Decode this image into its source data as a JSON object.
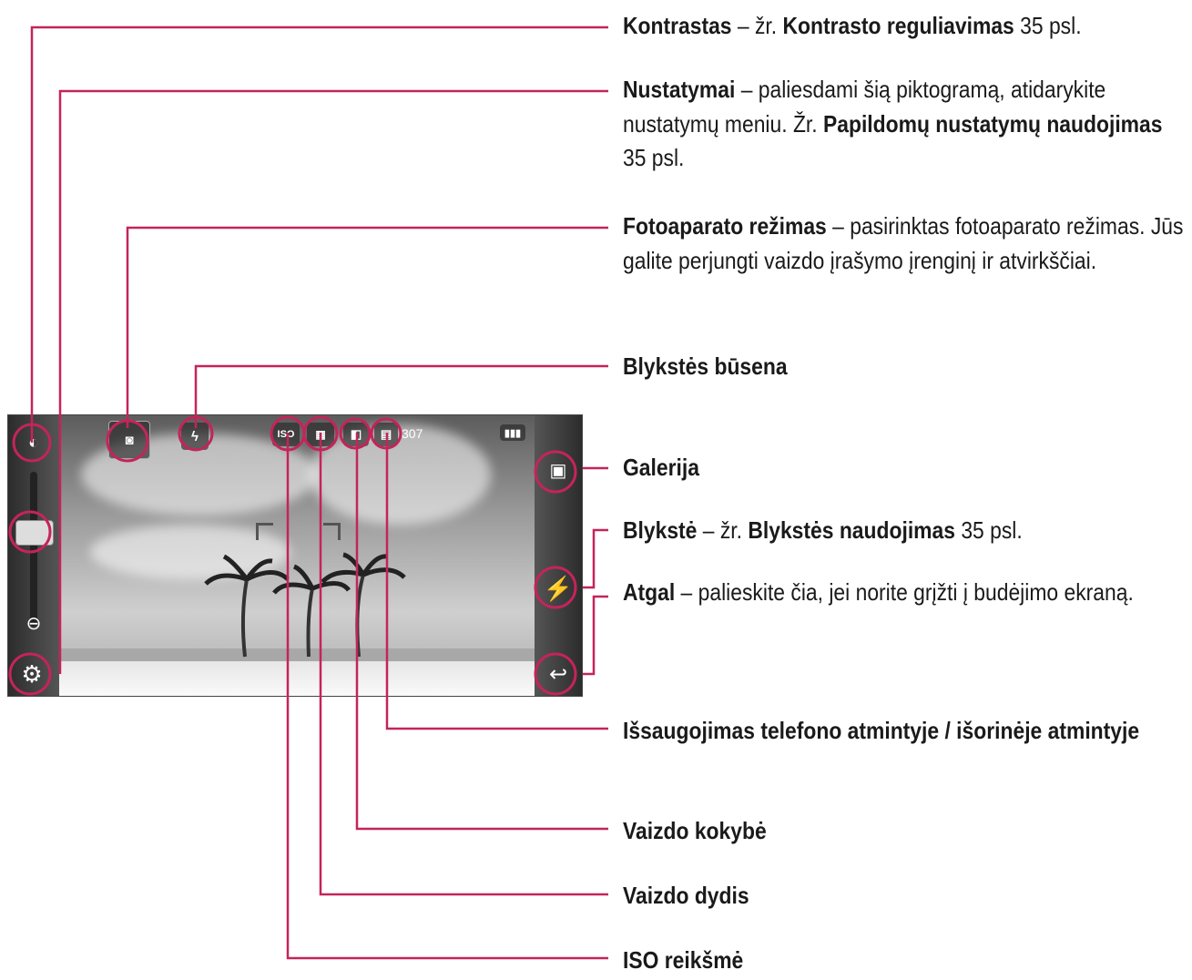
{
  "callouts": {
    "kontrastas": {
      "title": "Kontrastas",
      "sep": " – žr. ",
      "ref": "Kontrasto reguliavimas",
      "page": " 35 psl."
    },
    "nustatymai": {
      "title": "Nustatymai",
      "text": " – paliesdami šią piktogramą, atidarykite nustatymų meniu. Žr. ",
      "ref": "Papildomų nustatymų naudojimas",
      "page": " 35 psl."
    },
    "rezimas": {
      "title": "Fotoaparato režimas",
      "text": " – pasirinktas fotoaparato režimas. Jūs galite perjungti vaizdo įrašymo įrenginį ir atvirkščiai."
    },
    "blykstes_busena": {
      "title": "Blykstės būsena"
    },
    "galerija": {
      "title": "Galerija"
    },
    "blykste": {
      "title": "Blykstė",
      "sep": " – žr. ",
      "ref": "Blykstės naudojimas",
      "page": " 35 psl."
    },
    "atgal": {
      "title": "Atgal",
      "text": " – palieskite čia, jei norite grįžti į budėjimo ekraną."
    },
    "issaugojimas": {
      "title": "Išsaugojimas telefono atmintyje / išorinėje atmintyje"
    },
    "kokybe": {
      "title": "Vaizdo kokybė"
    },
    "dydis": {
      "title": "Vaizdo dydis"
    },
    "iso": {
      "title": "ISO reikšmė"
    }
  },
  "screen": {
    "counter": "307",
    "icons": {
      "contrast": "contrast-icon",
      "settings": "gear-icon",
      "mode": "camera-mode-icon",
      "flash_status": "flash-status-icon",
      "iso": "iso-icon",
      "size": "image-size-icon",
      "quality": "image-quality-icon",
      "storage": "storage-icon",
      "battery": "battery-icon",
      "gallery": "gallery-icon",
      "flash": "flash-icon",
      "back": "back-icon"
    }
  },
  "colors": {
    "leader": "#c4245a"
  }
}
